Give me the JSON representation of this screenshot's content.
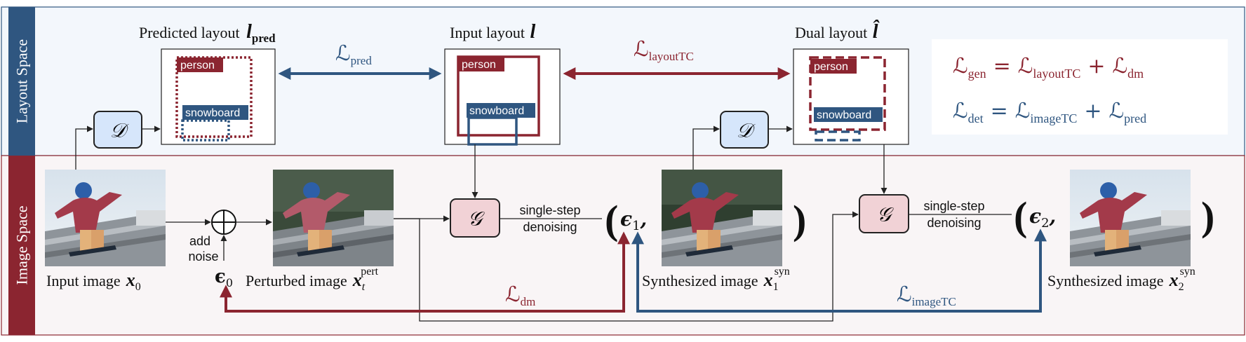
{
  "bands": {
    "layout_space": "Layout Space",
    "image_space": "Image Space"
  },
  "layouts": {
    "predicted": {
      "caption": "Predicted layout",
      "symbol": "l",
      "subscript": "pred"
    },
    "input": {
      "caption": "Input layout",
      "symbol": "l"
    },
    "dual": {
      "caption": "Dual layout",
      "symbol": "l̂"
    },
    "person_label": "person",
    "snowboard_label": "snowboard"
  },
  "modules": {
    "detector": "𝒟",
    "generator": "𝒢",
    "add_noise": [
      "add",
      "noise"
    ],
    "single_step": [
      "single-step",
      "denoising"
    ]
  },
  "images": {
    "input": {
      "caption": "Input image",
      "symbol": "x",
      "subscript": "0"
    },
    "perturbed": {
      "caption": "Perturbed image",
      "symbol": "x",
      "subscript": "t",
      "superscript": "pert"
    },
    "synth1": {
      "caption": "Synthesized image",
      "symbol": "x",
      "subscript": "1",
      "superscript": "syn"
    },
    "synth2": {
      "caption": "Synthesized image",
      "symbol": "x",
      "subscript": "2",
      "superscript": "syn"
    }
  },
  "noise": {
    "eps0": {
      "symbol": "ϵ",
      "subscript": "0"
    },
    "eps1": {
      "symbol": "ϵ",
      "subscript": "1"
    },
    "eps2": {
      "symbol": "ϵ",
      "subscript": "2"
    },
    "open_paren": "(",
    "close_paren": ")",
    "comma": ","
  },
  "losses": {
    "pred": {
      "symbol": "ℒ",
      "subscript": "pred"
    },
    "layoutTC": {
      "symbol": "ℒ",
      "subscript": "layoutTC"
    },
    "dm": {
      "symbol": "ℒ",
      "subscript": "dm"
    },
    "imageTC": {
      "symbol": "ℒ",
      "subscript": "imageTC"
    }
  },
  "equations": {
    "gen": {
      "lhs": "gen",
      "t1": "layoutTC",
      "t2": "dm",
      "eq": "=",
      "plus": "+"
    },
    "det": {
      "lhs": "det",
      "t1": "imageTC",
      "t2": "pred",
      "eq": "=",
      "plus": "+"
    }
  },
  "colors": {
    "red": "#8b2530",
    "blue": "#2f5680",
    "band_top": "#f3f7fc",
    "band_bottom": "#f9f5f6",
    "module_d_fill": "#d6e6fb",
    "module_g_fill": "#f1d2d6"
  }
}
